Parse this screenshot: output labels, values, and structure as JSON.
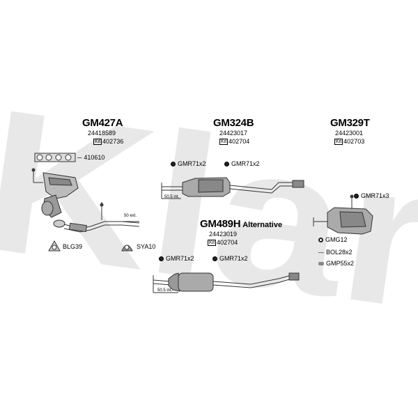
{
  "watermark": {
    "text": "Klarius",
    "color": "#e6e6e6"
  },
  "groups": [
    {
      "code": "GM427A",
      "oem": "24418589",
      "kit_label": "Kit",
      "kit": "402736",
      "parts": [
        {
          "code": "410610",
          "icon": "gasket-set-icon"
        },
        {
          "code": "BLG39",
          "icon": "gasket-ring-icon"
        },
        {
          "code": "SYA10",
          "icon": "clamp-icon"
        }
      ],
      "dimension": "50 ext."
    },
    {
      "code": "GM324B",
      "oem": "24423017",
      "kit_label": "Kit",
      "kit": "402704",
      "parts": [
        {
          "code": "GMR71x2",
          "icon": "rubber-mount-icon"
        },
        {
          "code": "GMR71x2",
          "icon": "rubber-mount-icon"
        }
      ],
      "dimension": "50.5 int."
    },
    {
      "code": "GM329T",
      "oem": "24423001",
      "kit_label": "Kit",
      "kit": "402703",
      "parts": [
        {
          "code": "GMR71x3",
          "icon": "rubber-mount-icon"
        },
        {
          "code": "GMG12",
          "icon": "gasket-ring-icon"
        },
        {
          "code": "BOL28x2",
          "icon": "bolt-icon"
        },
        {
          "code": "GMP55x2",
          "icon": "spring-icon"
        }
      ]
    },
    {
      "code": "GM489H",
      "tag": "Alternative",
      "oem": "24423019",
      "kit_label": "Kit",
      "kit": "402704",
      "parts": [
        {
          "code": "GMR71x2",
          "icon": "rubber-mount-icon"
        },
        {
          "code": "GMR71x2",
          "icon": "rubber-mount-icon"
        }
      ],
      "dimension": "50.5 int."
    }
  ]
}
